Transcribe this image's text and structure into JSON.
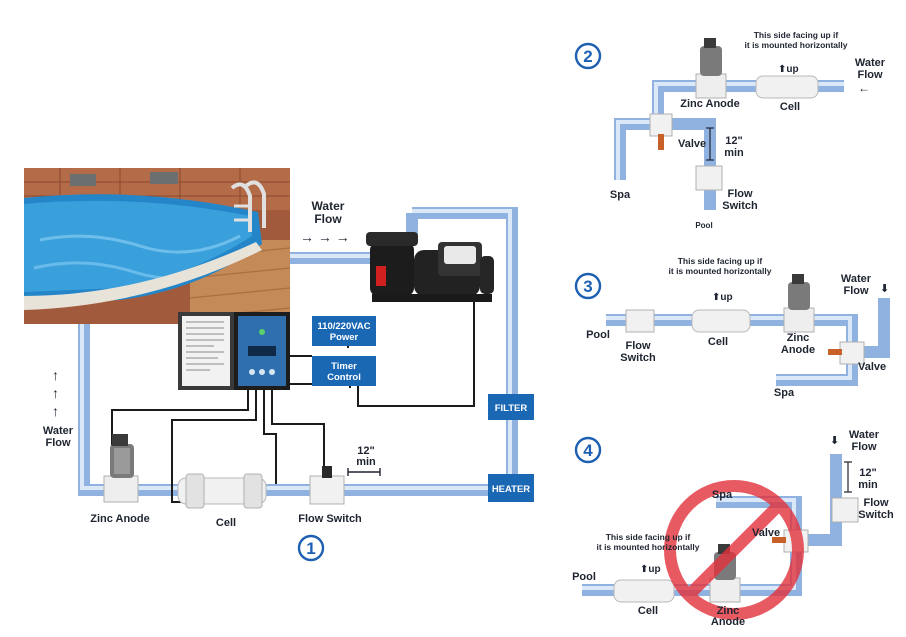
{
  "diagram": {
    "colors": {
      "pipe": "#8fb2e0",
      "accent": "#1a67b3",
      "badge": "#1d5fb0",
      "forbidden": "#e2323c"
    },
    "main": {
      "number": "1",
      "water_flow_top": "Water\nFlow",
      "water_flow_left": "Water\nFlow",
      "flow_arrows": "→ → →",
      "power_box": "110/220VAC\nPower",
      "timer_box": "Timer\nControl",
      "filter_box": "FILTER",
      "heater_box": "HEATER",
      "distance": "12\"\nmin",
      "zinc_anode": "Zinc Anode",
      "cell": "Cell",
      "flow_switch": "Flow Switch"
    },
    "variant2": {
      "number": "2",
      "note": "This side facing up if\nit is mounted horizontally",
      "water_flow": "Water\nFlow",
      "up": "up",
      "zinc_anode": "Zinc Anode",
      "cell": "Cell",
      "valve": "Valve",
      "distance": "12\"\nmin",
      "spa": "Spa",
      "flow_switch": "Flow\nSwitch",
      "pool": "Pool"
    },
    "variant3": {
      "number": "3",
      "note": "This side facing up if\nit is mounted horizontally",
      "water_flow": "Water\nFlow",
      "up": "up",
      "pool": "Pool",
      "flow_switch": "Flow\nSwitch",
      "cell": "Cell",
      "zinc_anode": "Zinc\nAnode",
      "valve": "Valve",
      "spa": "Spa"
    },
    "variant4": {
      "number": "4",
      "water_flow": "Water\nFlow",
      "distance": "12\"\nmin",
      "flow_switch": "Flow\nSwitch",
      "spa": "Spa",
      "valve": "Valve",
      "note": "This side facing up if\nit is mounted horizontally",
      "up": "up",
      "pool": "Pool",
      "cell": "Cell",
      "zinc_anode": "Zinc\nAnode"
    }
  }
}
